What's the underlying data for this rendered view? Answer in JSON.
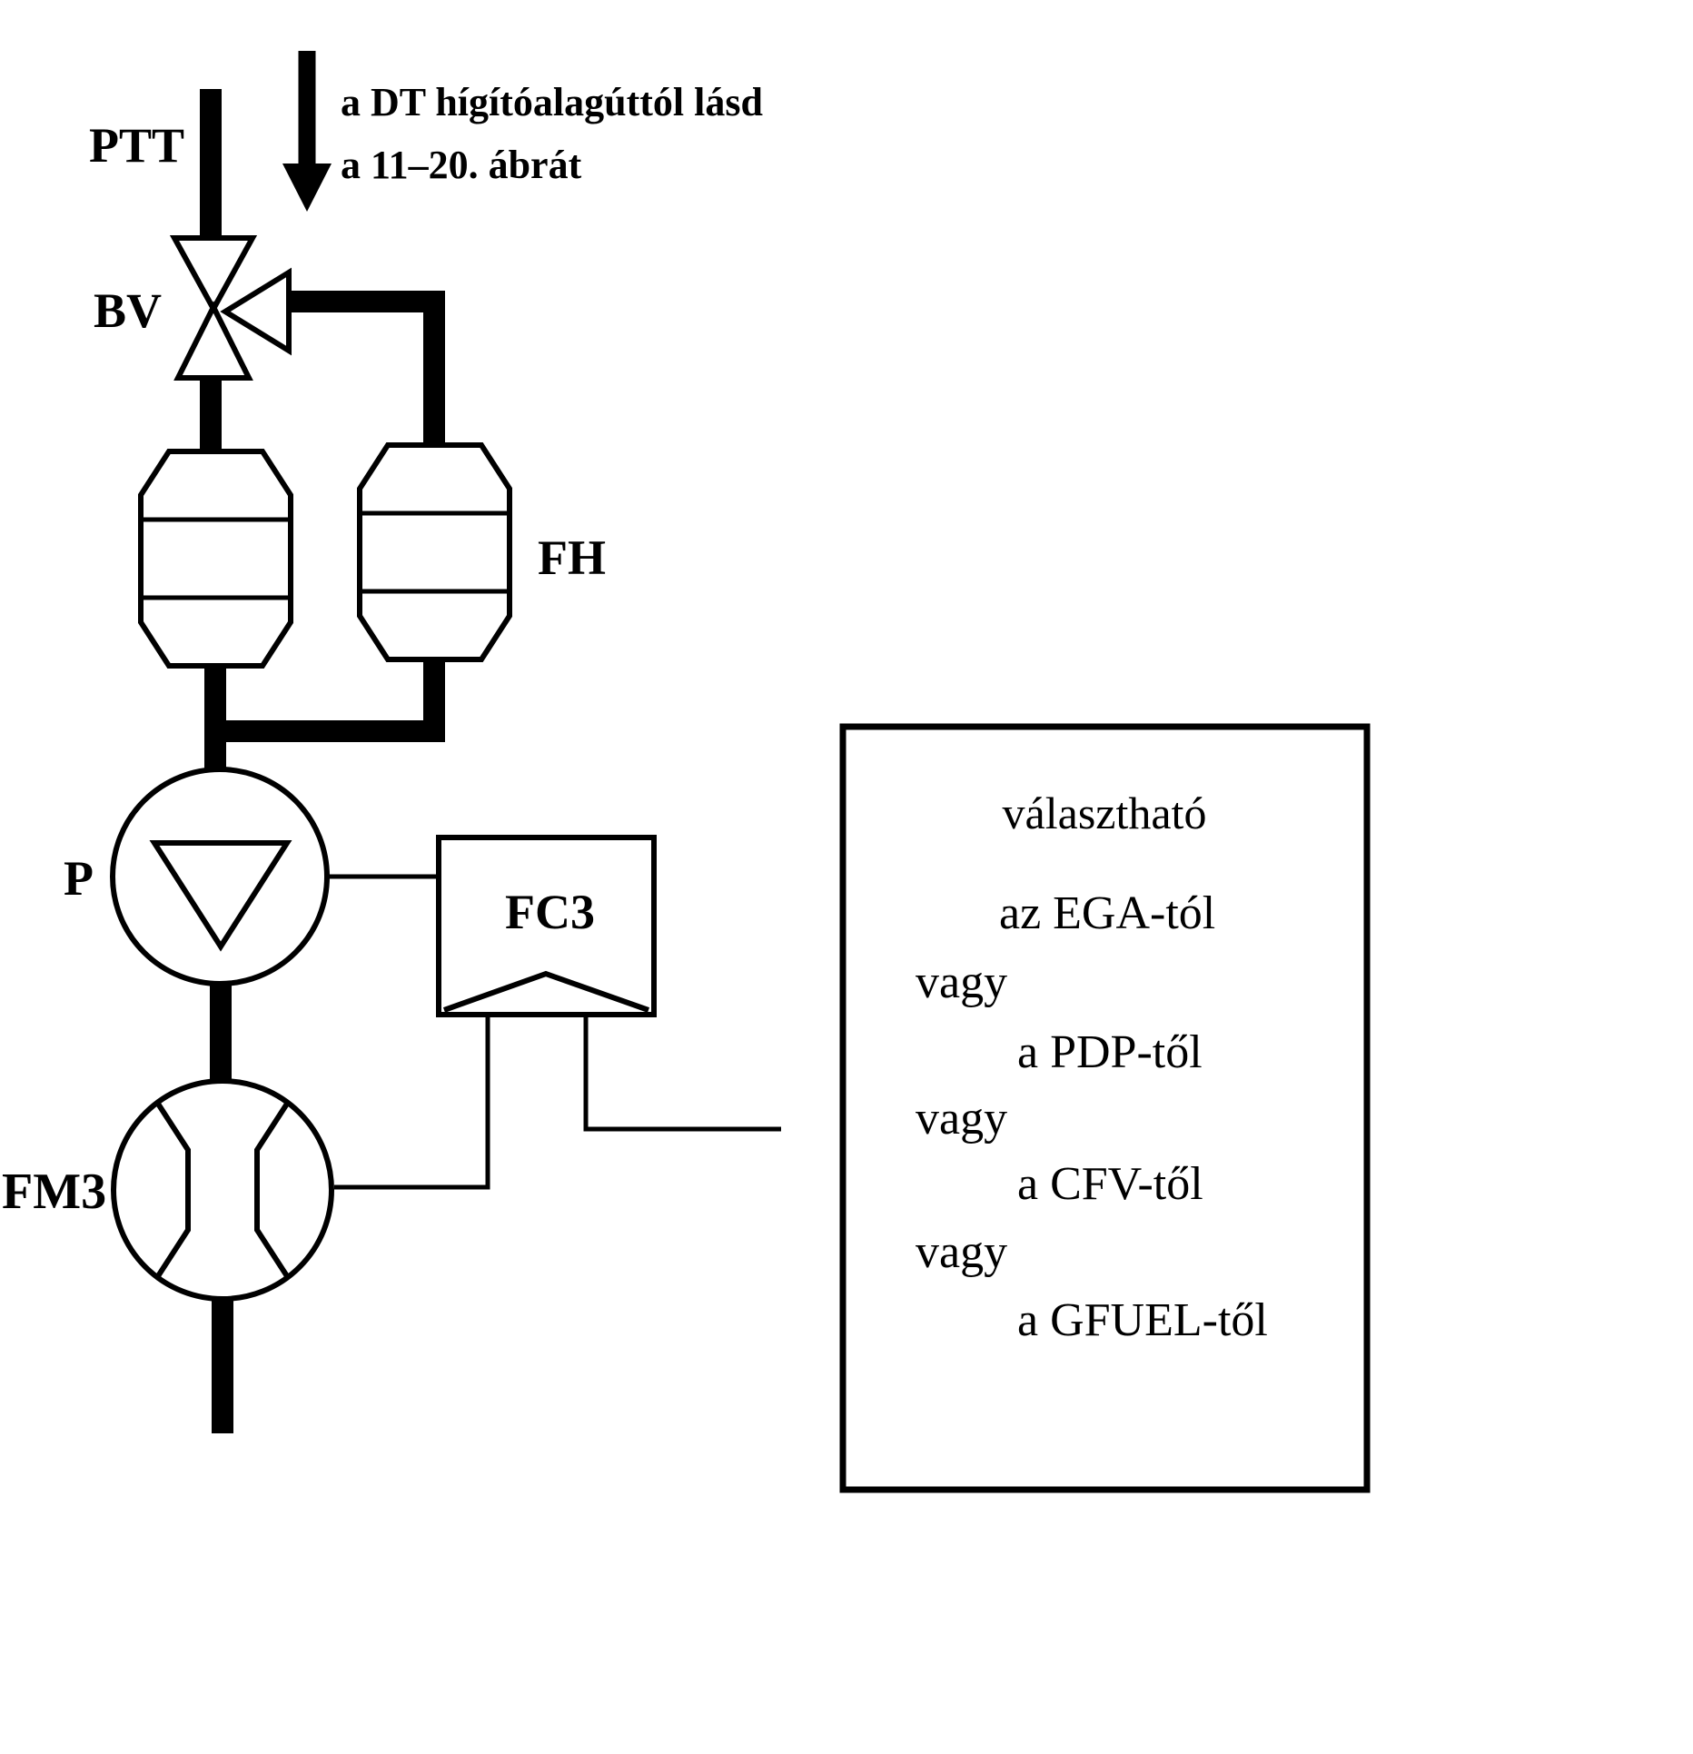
{
  "diagram": {
    "inlet_note": {
      "line1": "a DT hígítóalagúttól lásd",
      "line2": "a 11–20. ábrát"
    },
    "labels": {
      "ptt": "PTT",
      "bv": "BV",
      "fh": "FH",
      "pump": "P",
      "fc3": "FC3",
      "fm3": "FM3"
    },
    "options_box": {
      "title": "választható",
      "lines": [
        {
          "text": "az EGA-tól",
          "indent": true
        },
        {
          "text": "vagy",
          "indent": false
        },
        {
          "text": "a PDP-től",
          "indent": true
        },
        {
          "text": "vagy",
          "indent": false
        },
        {
          "text": "a CFV-től",
          "indent": true
        },
        {
          "text": "vagy",
          "indent": false
        },
        {
          "text": "a GFUEL-től",
          "indent": true
        }
      ]
    },
    "colors": {
      "ink": "#000000",
      "paper": "#ffffff"
    }
  }
}
